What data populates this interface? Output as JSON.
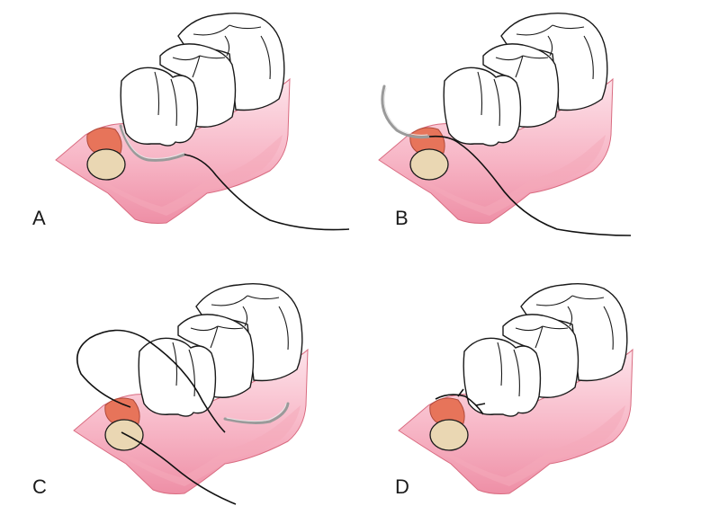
{
  "panels": [
    {
      "id": "a",
      "label": "A"
    },
    {
      "id": "b",
      "label": "B"
    },
    {
      "id": "c",
      "label": "C"
    },
    {
      "id": "d",
      "label": "D"
    }
  ],
  "colors": {
    "gum_light": "#fde3ea",
    "gum_mid": "#f7b6c6",
    "gum_dark": "#ee8fa6",
    "socket_rim": "#e7745a",
    "bone": "#ead7b3",
    "suture": "#111111",
    "needle": "#9a9a9a"
  }
}
